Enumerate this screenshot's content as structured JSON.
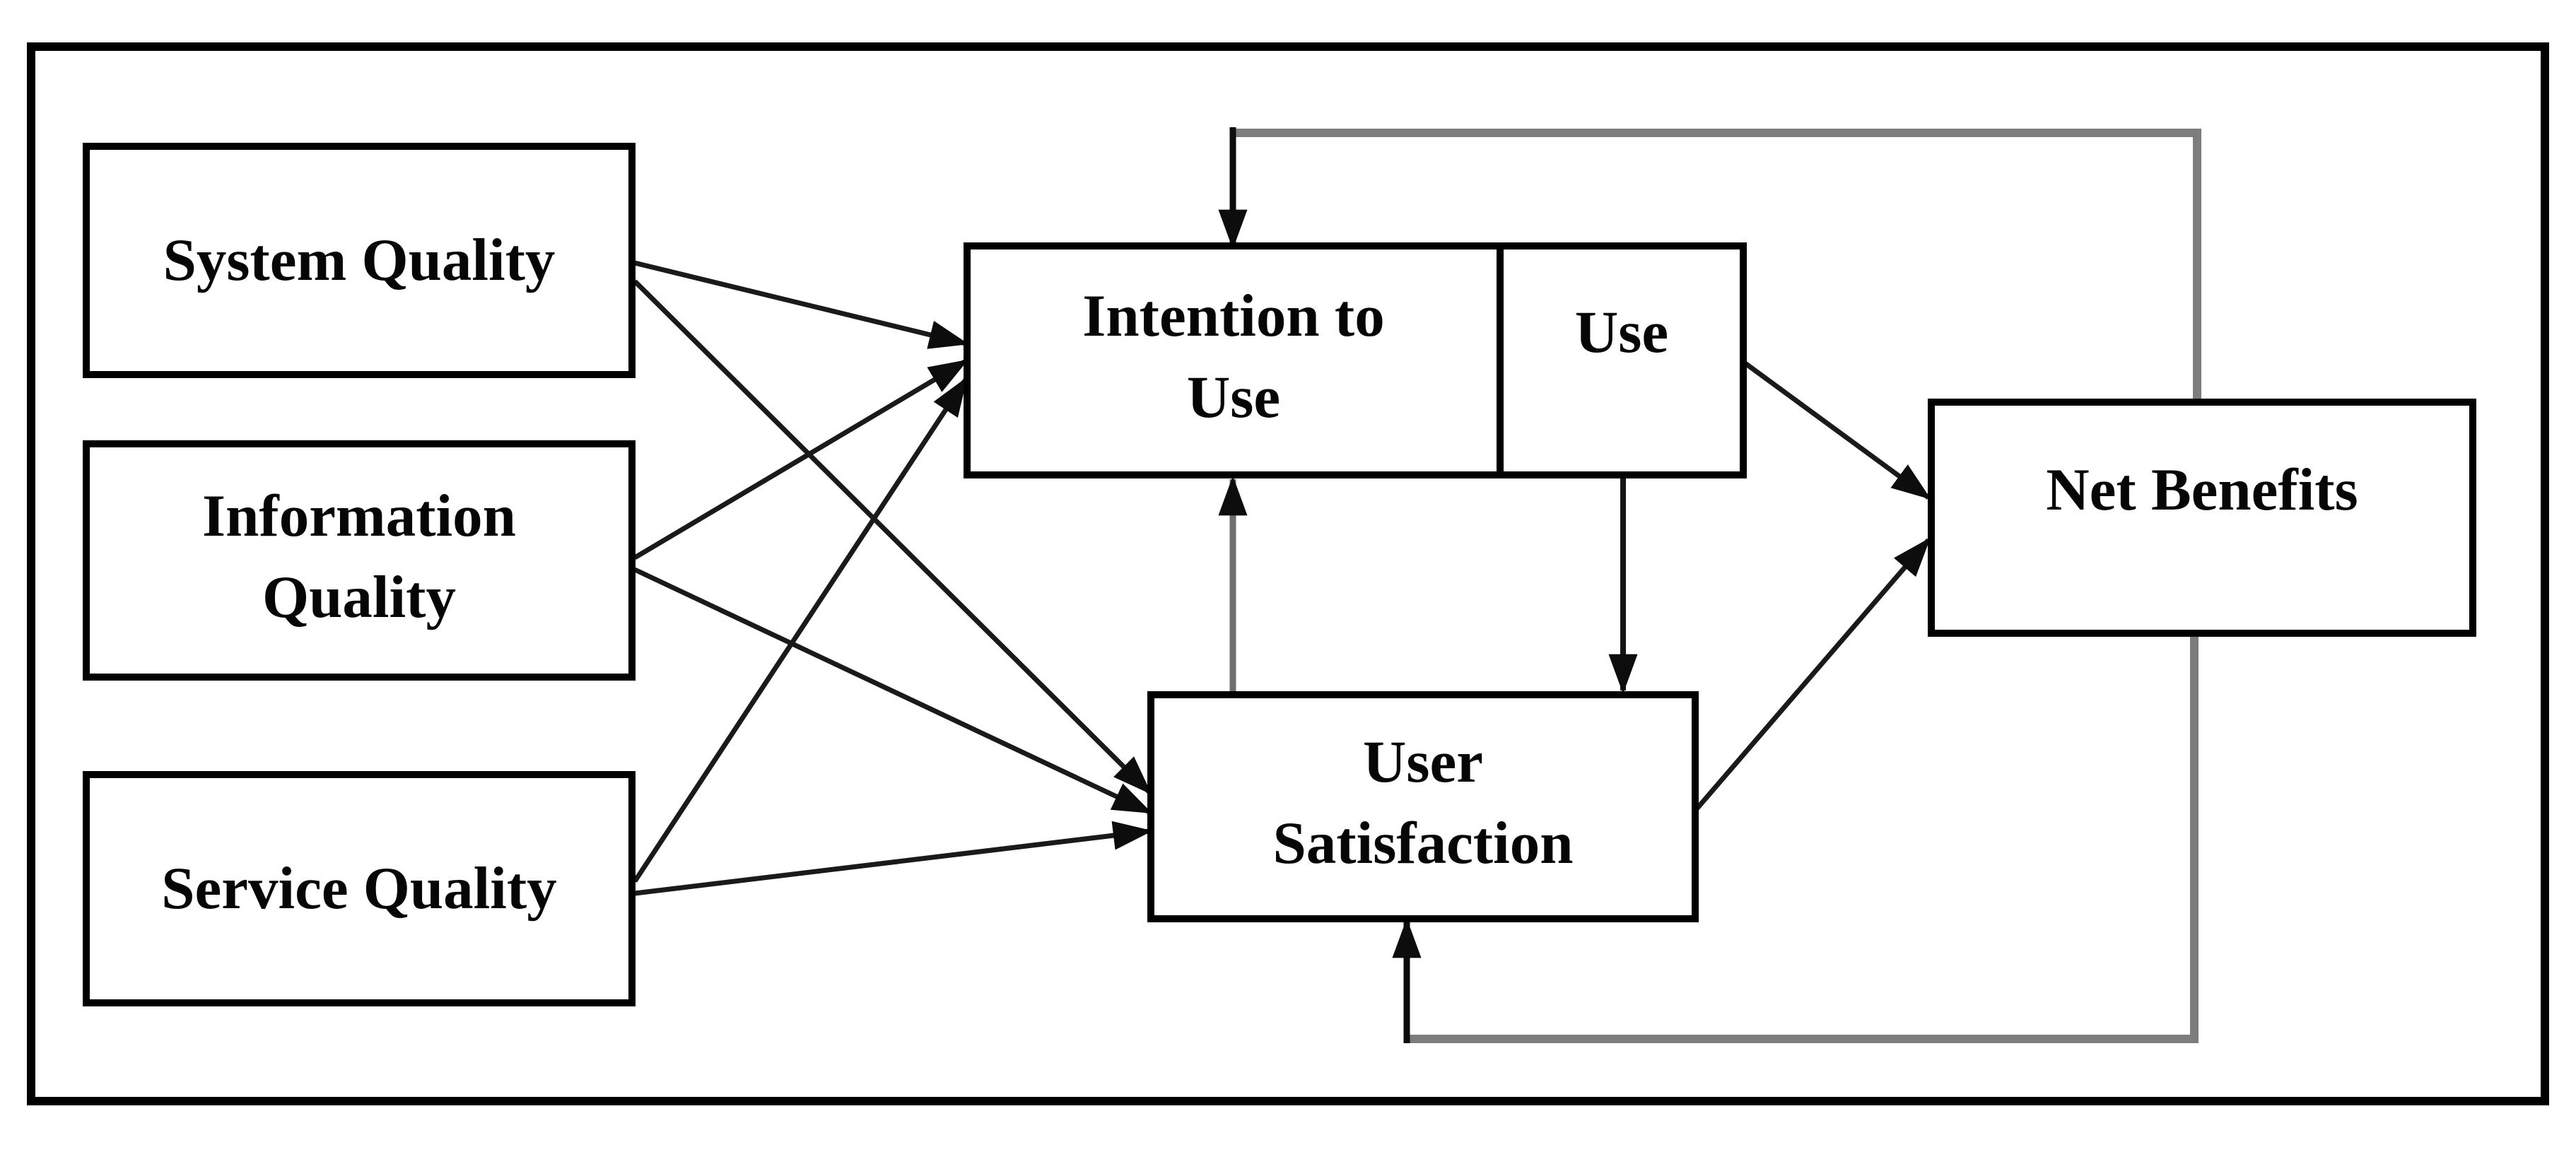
{
  "diagram": {
    "type": "flow-diagram",
    "nodes": {
      "system_quality": {
        "label": "System Quality"
      },
      "information_quality": {
        "label": "Information Quality",
        "line1": "Information",
        "line2": "Quality"
      },
      "service_quality": {
        "label": "Service Quality"
      },
      "intention_to_use": {
        "label": "Intention to Use",
        "line1": "Intention to",
        "line2": "Use"
      },
      "use": {
        "label": "Use"
      },
      "user_satisfaction": {
        "label": "User Satisfaction",
        "line1": "User",
        "line2": "Satisfaction"
      },
      "net_benefits": {
        "label": "Net Benefits"
      }
    },
    "edges": [
      {
        "from": "system_quality",
        "to": "intention_to_use",
        "type": "direct"
      },
      {
        "from": "system_quality",
        "to": "user_satisfaction",
        "type": "direct"
      },
      {
        "from": "information_quality",
        "to": "intention_to_use",
        "type": "direct"
      },
      {
        "from": "information_quality",
        "to": "user_satisfaction",
        "type": "direct"
      },
      {
        "from": "service_quality",
        "to": "intention_to_use",
        "type": "direct"
      },
      {
        "from": "service_quality",
        "to": "user_satisfaction",
        "type": "direct"
      },
      {
        "from": "user_satisfaction",
        "to": "intention_to_use",
        "type": "direct"
      },
      {
        "from": "use",
        "to": "user_satisfaction",
        "type": "direct"
      },
      {
        "from": "use",
        "to": "net_benefits",
        "type": "direct"
      },
      {
        "from": "user_satisfaction",
        "to": "net_benefits",
        "type": "direct"
      },
      {
        "from": "net_benefits",
        "to": "intention_to_use",
        "type": "feedback-loop"
      },
      {
        "from": "net_benefits",
        "to": "user_satisfaction",
        "type": "feedback-loop"
      }
    ],
    "colors": {
      "background": "#ffffff",
      "box_border": "#000000",
      "arrow": "#1a1a1a",
      "feedback_line": "#7d7d7d",
      "arrowhead": "#0d0d0d",
      "text": "#060606"
    }
  }
}
